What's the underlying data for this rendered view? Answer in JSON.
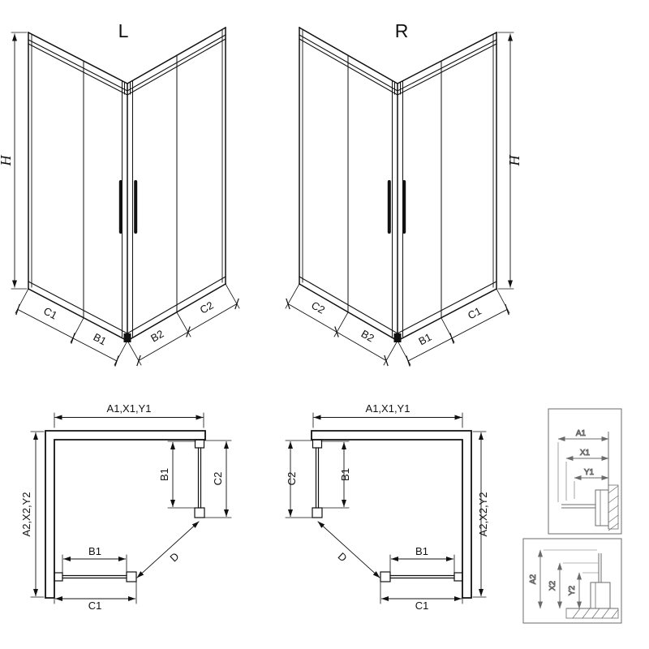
{
  "colors": {
    "ink": "#111111",
    "detail": "#6b6b6b",
    "background": "#ffffff"
  },
  "front_left": {
    "variant": "L",
    "height": "H",
    "dims": [
      "C1",
      "B1",
      "B2",
      "C2"
    ]
  },
  "front_right": {
    "variant": "R",
    "height": "H",
    "dims": [
      "C2",
      "B2",
      "B1",
      "C1"
    ]
  },
  "plan_left": {
    "width": "A1,X1,Y1",
    "depth": "A2,X2,Y2",
    "side_door": "B1",
    "side_total": "C2",
    "front_door": "B1",
    "front_total": "C1",
    "entry": "D"
  },
  "plan_right": {
    "width": "A1,X1,Y1",
    "depth": "A2,X2,Y2",
    "side_door": "B1",
    "side_total": "C2",
    "front_door": "B1",
    "front_total": "C1",
    "entry": "D"
  },
  "detail_top": {
    "dims": [
      "A1",
      "X1",
      "Y1"
    ]
  },
  "detail_bottom": {
    "dims": [
      "A2",
      "X2",
      "Y2"
    ]
  }
}
